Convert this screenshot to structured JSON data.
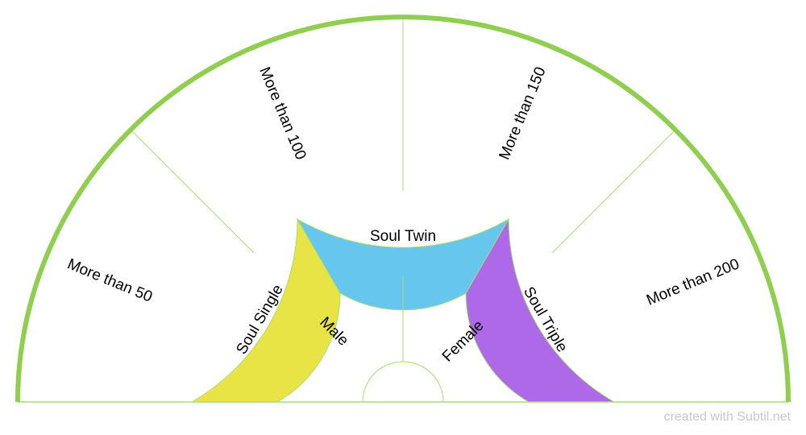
{
  "outer_ring": {
    "sections": [
      {
        "label": "More than 50"
      },
      {
        "label": "More than 100"
      },
      {
        "label": "More than 150"
      },
      {
        "label": "More than 200"
      }
    ]
  },
  "middle_ring": {
    "sections": [
      {
        "label": "Soul Single",
        "color": "#e8e445"
      },
      {
        "label": "Soul Twin",
        "color": "#66c6ee"
      },
      {
        "label": "Soul Triple",
        "color": "#ad69e8"
      }
    ]
  },
  "inner_ring": {
    "sections": [
      {
        "label": "Male"
      },
      {
        "label": "Female"
      }
    ]
  },
  "colors": {
    "outline": "#8fce4e",
    "divider": "#a8dc72",
    "text": "#000000"
  },
  "credit": "created with Subtil.net"
}
